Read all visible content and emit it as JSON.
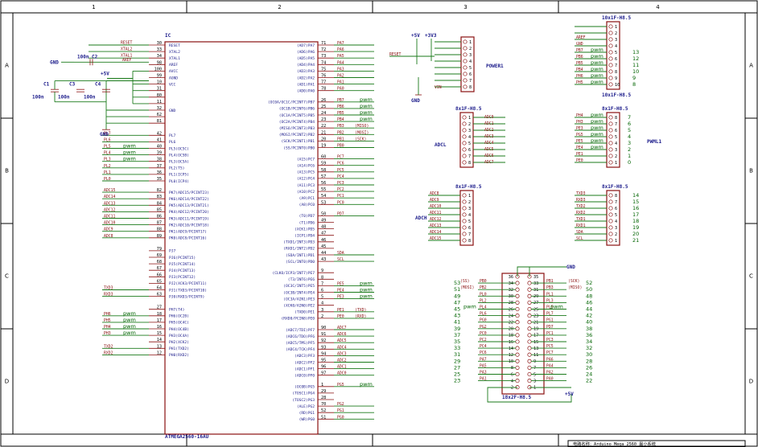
{
  "border": {
    "columns": [
      "1",
      "2",
      "3",
      "4"
    ],
    "rows": [
      "A",
      "B",
      "C",
      "D"
    ]
  },
  "ic": {
    "ref": "IC",
    "value": "ATMEGA2560-16AU",
    "left_pins": [
      {
        "n": "30",
        "name": "RESET",
        "net": "RESET"
      },
      {
        "n": "33",
        "name": "XTAL2",
        "net": "XTAL2"
      },
      {
        "n": "34",
        "name": "XTAL1",
        "net": "XTAL1"
      },
      {
        "n": "98",
        "name": "AREF",
        "net": "AREF"
      },
      {
        "n": "100",
        "name": "AVCC",
        "net": ""
      },
      {
        "n": "99",
        "name": "AGND",
        "net": ""
      },
      {
        "n": "10",
        "name": "VCC",
        "net": ""
      },
      {
        "n": "31",
        "name": "",
        "net": ""
      },
      {
        "n": "80",
        "name": "",
        "net": ""
      },
      {
        "n": "11",
        "name": "",
        "net": ""
      },
      {
        "n": "32",
        "name": "GND",
        "net": ""
      },
      {
        "n": "62",
        "name": "",
        "net": ""
      },
      {
        "n": "81",
        "name": "",
        "net": ""
      },
      {
        "n": "42",
        "name": "PL7",
        "net": "PL7"
      },
      {
        "n": "41",
        "name": "PL6",
        "net": "PL6"
      },
      {
        "n": "40",
        "name": "PL5(OC5C)",
        "net": "PL5"
      },
      {
        "n": "39",
        "name": "PL4(OC5B)",
        "net": "PL4"
      },
      {
        "n": "38",
        "name": "PL3(OC5A)",
        "net": "PL3"
      },
      {
        "n": "37",
        "name": "PL2(T5)",
        "net": "PL2"
      },
      {
        "n": "36",
        "name": "PL1(ICP5)",
        "net": "PL1"
      },
      {
        "n": "35",
        "name": "PL0(ICP4)",
        "net": "PL0"
      },
      {
        "n": "82",
        "name": "PK7(ADC15/PCINT23)",
        "net": "ADC15"
      },
      {
        "n": "83",
        "name": "PK6(ADC14/PCINT22)",
        "net": "ADC14"
      },
      {
        "n": "84",
        "name": "PK5(ADC13/PCINT21)",
        "net": "ADC13"
      },
      {
        "n": "85",
        "name": "PK4(ADC12/PCINT20)",
        "net": "ADC12"
      },
      {
        "n": "86",
        "name": "PK3(ADC11/PCINT19)",
        "net": "ADC11"
      },
      {
        "n": "87",
        "name": "PK2(ADC10/PCINT18)",
        "net": "ADC10"
      },
      {
        "n": "88",
        "name": "PK1(ADC9/PCINT17)",
        "net": "ADC9"
      },
      {
        "n": "89",
        "name": "PK0(ADC8/PCINT16)",
        "net": "ADC8"
      },
      {
        "n": "79",
        "name": "PJ7",
        "net": ""
      },
      {
        "n": "69",
        "name": "PJ6(PCINT15)",
        "net": ""
      },
      {
        "n": "68",
        "name": "PJ5(PCINT14)",
        "net": ""
      },
      {
        "n": "67",
        "name": "PJ4(PCINT13)",
        "net": ""
      },
      {
        "n": "66",
        "name": "PJ3(PCINT12)",
        "net": ""
      },
      {
        "n": "65",
        "name": "PJ2(XCK3/PCINT11)",
        "net": ""
      },
      {
        "n": "64",
        "name": "PJ1(TXD3/PCINT10)",
        "net": "TXD3"
      },
      {
        "n": "63",
        "name": "PJ0(RXD3/PCINT9)",
        "net": "RXD3"
      },
      {
        "n": "27",
        "name": "PH7(T4)",
        "net": ""
      },
      {
        "n": "18",
        "name": "PH6(OC2B)",
        "net": "PH6"
      },
      {
        "n": "17",
        "name": "PH5(OC4C)",
        "net": "PH5"
      },
      {
        "n": "16",
        "name": "PH4(OC4B)",
        "net": "PH4"
      },
      {
        "n": "15",
        "name": "PH3(OC4A)",
        "net": "PH3"
      },
      {
        "n": "14",
        "name": "PH2(XCK2)",
        "net": ""
      },
      {
        "n": "13",
        "name": "PH1(TXD2)",
        "net": "TXD2"
      },
      {
        "n": "12",
        "name": "PH0(RXD2)",
        "net": "RXD2"
      }
    ],
    "right_pins": [
      {
        "n": "71",
        "name": "(AD7)PA7",
        "net": "PA7"
      },
      {
        "n": "72",
        "name": "(AD6)PA6",
        "net": "PA6"
      },
      {
        "n": "73",
        "name": "(AD5)PA5",
        "net": "PA5"
      },
      {
        "n": "74",
        "name": "(AD4)PA4",
        "net": "PA4"
      },
      {
        "n": "75",
        "name": "(AD3)PA3",
        "net": "PA3"
      },
      {
        "n": "76",
        "name": "(AD2)PA2",
        "net": "PA2"
      },
      {
        "n": "77",
        "name": "(AD1)PA1",
        "net": "PA1"
      },
      {
        "n": "78",
        "name": "(AD0)PA0",
        "net": "PA0"
      },
      {
        "n": "26",
        "name": "(OC0A/OC1C/PCINT7)PB7",
        "net": "PB7"
      },
      {
        "n": "25",
        "name": "(OC1B/PCINT6)PB6",
        "net": "PB6"
      },
      {
        "n": "24",
        "name": "(OC1A/PCINT5)PB5",
        "net": "PB5"
      },
      {
        "n": "23",
        "name": "(OC2A/PCINT4)PB4",
        "net": "PB4"
      },
      {
        "n": "22",
        "name": "(MISO/PCINT3)PB3",
        "net": "PB3"
      },
      {
        "n": "21",
        "name": "(MOSI/PCINT2)PB2",
        "net": "PB2"
      },
      {
        "n": "20",
        "name": "(SCK/PCINT1)PB1",
        "net": "PB1"
      },
      {
        "n": "19",
        "name": "(SS/PCINT0)PB0",
        "net": "PB0"
      },
      {
        "n": "60",
        "name": "(A15)PC7",
        "net": "PC7"
      },
      {
        "n": "59",
        "name": "(A14)PC6",
        "net": "PC6"
      },
      {
        "n": "58",
        "name": "(A13)PC5",
        "net": "PC5"
      },
      {
        "n": "57",
        "name": "(A12)PC4",
        "net": "PC4"
      },
      {
        "n": "56",
        "name": "(A11)PC3",
        "net": "PC3"
      },
      {
        "n": "55",
        "name": "(A10)PC2",
        "net": "PC2"
      },
      {
        "n": "54",
        "name": "(A9)PC1",
        "net": "PC1"
      },
      {
        "n": "53",
        "name": "(A8)PC0",
        "net": "PC0"
      },
      {
        "n": "50",
        "name": "(T0)PD7",
        "net": "PD7"
      },
      {
        "n": "49",
        "name": "(T1)PD6",
        "net": ""
      },
      {
        "n": "48",
        "name": "(XCK1)PD5",
        "net": ""
      },
      {
        "n": "47",
        "name": "(ICP1)PD4",
        "net": ""
      },
      {
        "n": "46",
        "name": "(TXD1/INT3)PD3",
        "net": ""
      },
      {
        "n": "45",
        "name": "(RXD1/INT2)PD2",
        "net": ""
      },
      {
        "n": "44",
        "name": "(SDA/INT1)PD1",
        "net": "SDA"
      },
      {
        "n": "43",
        "name": "(SCL/INT0)PD0",
        "net": "SCL"
      },
      {
        "n": "9",
        "name": "(CLKO/ICP3/INT7)PE7",
        "net": ""
      },
      {
        "n": "8",
        "name": "(T3/INT6)PE6",
        "net": ""
      },
      {
        "n": "7",
        "name": "(OC3C/INT5)PE5",
        "net": "PE5"
      },
      {
        "n": "6",
        "name": "(OC3B/INT4)PE4",
        "net": "PE4"
      },
      {
        "n": "5",
        "name": "(OC3A/AIN1)PE3",
        "net": "PE3"
      },
      {
        "n": "4",
        "name": "(XCK0/AIN0)PE2",
        "net": ""
      },
      {
        "n": "3",
        "name": "(TXD0)PE1",
        "net": "PE1"
      },
      {
        "n": "2",
        "name": "(RXD0/PCIN8)PE0",
        "net": "PE0"
      },
      {
        "n": "90",
        "name": "(ADC7/TDI)PF7",
        "net": "ADC7"
      },
      {
        "n": "91",
        "name": "(ADC6/TDO)PF6",
        "net": "ADC6"
      },
      {
        "n": "92",
        "name": "(ADC5/TMS)PF5",
        "net": "ADC5"
      },
      {
        "n": "93",
        "name": "(ADC4/TCK)PF4",
        "net": "ADC4"
      },
      {
        "n": "94",
        "name": "(ADC3)PF3",
        "net": "ADC3"
      },
      {
        "n": "95",
        "name": "(ADC2)PF2",
        "net": "ADC2"
      },
      {
        "n": "96",
        "name": "(ADC1)PF1",
        "net": "ADC1"
      },
      {
        "n": "97",
        "name": "(ADC0)PF0",
        "net": "ADC0"
      },
      {
        "n": "1",
        "name": "(OC0B)PG5",
        "net": "PG5"
      },
      {
        "n": "29",
        "name": "(TOSC1)PG4",
        "net": ""
      },
      {
        "n": "28",
        "name": "(TOSC2)PG3",
        "net": ""
      },
      {
        "n": "70",
        "name": "(ALE)PG2",
        "net": "PG2"
      },
      {
        "n": "52",
        "name": "(RD)PG1",
        "net": "PG1"
      },
      {
        "n": "51",
        "name": "(WR)PG0",
        "net": "PG0"
      }
    ],
    "pwm_marks_left": [
      "PL5",
      "PL4",
      "PL3",
      "PH6",
      "PH5",
      "PH4",
      "PH3"
    ],
    "pwm_marks_right": [
      "PB7",
      "PB6",
      "PB5",
      "PB4",
      "PE5",
      "PE4",
      "PE3",
      "PG5"
    ],
    "pin_tags_right": [
      {
        "net": "PB3",
        "tag": "(MISO)"
      },
      {
        "net": "PB2",
        "tag": "(MOSI)"
      },
      {
        "net": "PB1",
        "tag": "(SCK)"
      },
      {
        "net": "PE1",
        "tag": "(TXD)"
      },
      {
        "net": "PE0",
        "tag": "(RXD)"
      }
    ]
  },
  "passives": {
    "pwm": "pwm",
    "gnd": "GND",
    "vcc5": "+5V",
    "vcc33": "+3V3",
    "c1": {
      "ref": "C1",
      "val": "100n"
    },
    "c2": {
      "ref": "C2",
      "val": "100n"
    },
    "c3": {
      "ref": "C3",
      "val": "100n"
    },
    "c4": {
      "ref": "C4",
      "val": "100n"
    }
  },
  "headers": {
    "power": {
      "ref": "POWER1",
      "pins": [
        "1",
        "2",
        "3",
        "4",
        "5",
        "6",
        "7",
        "8"
      ],
      "nets": [
        "",
        "",
        "RESET",
        "",
        "",
        "",
        "",
        "VIN"
      ]
    },
    "adcl": {
      "ref": "ADCL",
      "value": "8x1F-H8.5",
      "pins": [
        "1",
        "2",
        "3",
        "4",
        "5",
        "6",
        "7",
        "8"
      ],
      "nets": [
        "ADC0",
        "ADC1",
        "ADC2",
        "ADC3",
        "ADC4",
        "ADC5",
        "ADC6",
        "ADC7"
      ]
    },
    "adch": {
      "ref": "ADCH",
      "value": "8x1F-H8.5",
      "pins": [
        "1",
        "2",
        "3",
        "4",
        "5",
        "6",
        "7",
        "8"
      ],
      "nets": [
        "ADC8",
        "ADC9",
        "ADC10",
        "ADC11",
        "ADC12",
        "ADC13",
        "ADC14",
        "ADC15"
      ]
    },
    "top10": {
      "value": "10x1F-H8.5",
      "pins": [
        "1",
        "2",
        "3",
        "4",
        "5",
        "6",
        "7",
        "8",
        "9",
        "10"
      ],
      "nets": [
        "",
        "",
        "AREF",
        "GND",
        "PB7",
        "PB6",
        "PB5",
        "PB4",
        "PH6",
        "PH5"
      ],
      "numbers": [
        "",
        "",
        "",
        "",
        "13",
        "12",
        "11",
        "10",
        "9",
        "8"
      ]
    },
    "pwml": {
      "ref": "PWML1",
      "value": "8x1F-H8.5",
      "pins": [
        "8",
        "7",
        "6",
        "5",
        "4",
        "3",
        "2",
        "1"
      ],
      "nets": [
        "PH4",
        "PH3",
        "PE3",
        "PG5",
        "PE5",
        "PE4",
        "PE1",
        "PE0"
      ],
      "numbers": [
        "7",
        "6",
        "5",
        "4",
        "3",
        "2",
        "1",
        "0"
      ]
    },
    "comm": {
      "value": "8x1F-H8.5",
      "pins": [
        "8",
        "7",
        "6",
        "5",
        "4",
        "3",
        "2",
        "1"
      ],
      "nets": [
        "TXD3",
        "RXD3",
        "TXD2",
        "RXD2",
        "TXD1",
        "RXD1",
        "SDA",
        "SCL"
      ],
      "numbers": [
        "14",
        "15",
        "16",
        "17",
        "18",
        "19",
        "20",
        "21"
      ]
    },
    "dbl": {
      "value": "18x2F-H8.5",
      "gnd": "GND",
      "vcc": "+5V",
      "left_pins": [
        "36",
        "34",
        "32",
        "30",
        "28",
        "26",
        "24",
        "22",
        "20",
        "18",
        "16",
        "14",
        "12",
        "10",
        "8",
        "6",
        "4",
        "2"
      ],
      "right_pins": [
        "35",
        "33",
        "31",
        "29",
        "27",
        "25",
        "23",
        "21",
        "19",
        "17",
        "15",
        "13",
        "11",
        "9",
        "7",
        "5",
        "3",
        "1"
      ],
      "left_nets": [
        "",
        "PB0",
        "PB2",
        "PL0",
        "PL2",
        "PL4",
        "PL6",
        "PG0",
        "PG2",
        "PC0",
        "PC2",
        "PC4",
        "PC6",
        "PA7",
        "PA5",
        "PA3",
        "PA1",
        ""
      ],
      "right_nets": [
        "",
        "PB1",
        "PB3",
        "PL1",
        "PL3",
        "PL5",
        "PL7",
        "PG1",
        "PD7",
        "PC1",
        "PC3",
        "PC5",
        "PC7",
        "PA6",
        "PA4",
        "PA2",
        "PA0",
        ""
      ],
      "left_tags": [
        "",
        "(SS)",
        "(MOSI)",
        "",
        "",
        "",
        "",
        "",
        "",
        "",
        "",
        "",
        "",
        "",
        "",
        "",
        "",
        ""
      ],
      "right_tags": [
        "",
        "(SCK)",
        "(MISO)",
        "",
        "",
        "",
        "",
        "",
        "",
        "",
        "",
        "",
        "",
        "",
        "",
        "",
        "",
        ""
      ],
      "left_numbers": [
        "",
        "53",
        "51",
        "49",
        "47",
        "45",
        "43",
        "41",
        "39",
        "37",
        "35",
        "33",
        "31",
        "29",
        "27",
        "25",
        "23",
        ""
      ],
      "right_numbers": [
        "",
        "52",
        "50",
        "48",
        "46",
        "44",
        "42",
        "40",
        "38",
        "36",
        "34",
        "32",
        "30",
        "28",
        "26",
        "24",
        "22",
        ""
      ],
      "pwm_rows": [
        5
      ]
    }
  },
  "title_block": "电路名称：Arduino Mega 2560 最小系统"
}
